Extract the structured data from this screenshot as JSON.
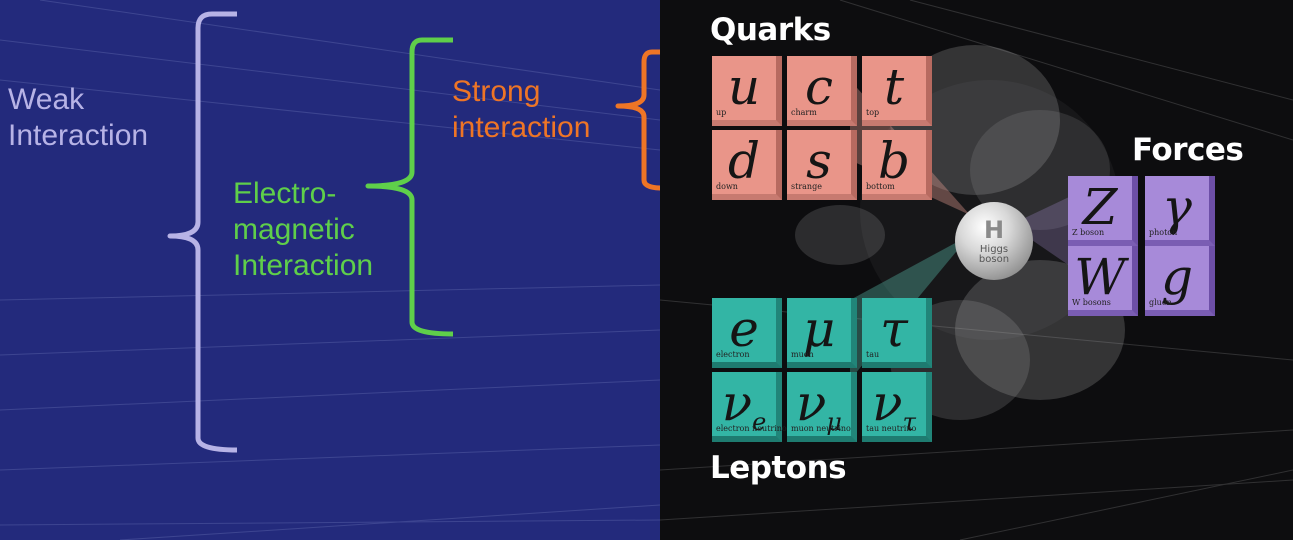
{
  "labels": {
    "weak": [
      "Weak",
      "Interaction"
    ],
    "electromagnetic": [
      "Electro-",
      "magnetic",
      "Interaction"
    ],
    "strong": [
      "Strong",
      "interaction"
    ]
  },
  "group_titles": {
    "quarks": "Quarks",
    "forces": "Forces",
    "leptons": "Leptons"
  },
  "quarks": [
    {
      "symbol": "u",
      "name": "up"
    },
    {
      "symbol": "c",
      "name": "charm"
    },
    {
      "symbol": "t",
      "name": "top"
    },
    {
      "symbol": "d",
      "name": "down"
    },
    {
      "symbol": "s",
      "name": "strange"
    },
    {
      "symbol": "b",
      "name": "bottom"
    }
  ],
  "leptons": [
    {
      "symbol": "e",
      "name": "electron"
    },
    {
      "symbol": "μ",
      "name": "muon"
    },
    {
      "symbol": "τ",
      "name": "tau"
    },
    {
      "symbol": "ν",
      "subscript": "e",
      "name": "electron neutrino"
    },
    {
      "symbol": "ν",
      "subscript": "μ",
      "name": "muon neutrino"
    },
    {
      "symbol": "ν",
      "subscript": "τ",
      "name": "tau neutrino"
    }
  ],
  "forces": [
    {
      "symbol": "Z",
      "name": "Z boson"
    },
    {
      "symbol": "γ",
      "name": "photon"
    },
    {
      "symbol": "W",
      "name": "W bosons"
    },
    {
      "symbol": "g",
      "name": "gluon"
    }
  ],
  "higgs": {
    "symbol": "H",
    "name_line1": "Higgs",
    "name_line2": "boson"
  },
  "colors": {
    "left_background": "#232a7c",
    "weak": "#b7b3e6",
    "electromagnetic": "#5fcf4a",
    "strong": "#ee7526",
    "quark_cell": "#e99589",
    "lepton_cell": "#33b5a5",
    "force_cell": "#a78ad9"
  }
}
